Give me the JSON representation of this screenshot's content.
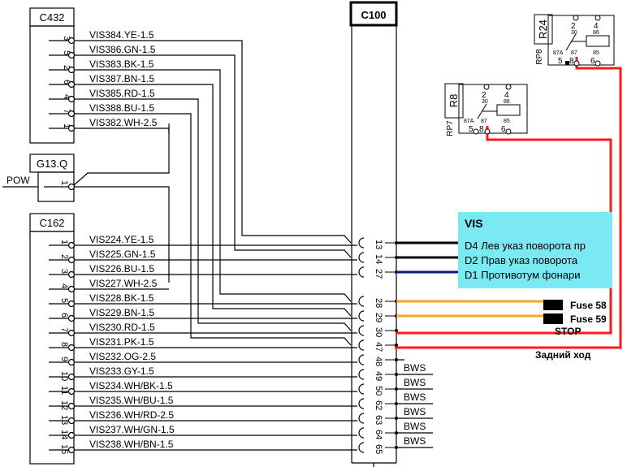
{
  "connectors": {
    "c432": {
      "name": "C432",
      "pins": [
        {
          "pin": "3",
          "wire": "VIS384.YE-1.5",
          "c100_pin": "13"
        },
        {
          "pin": "5",
          "wire": "VIS386.GN-1.5",
          "c100_pin": "14"
        },
        {
          "pin": "2",
          "wire": "VIS383.BK-1.5",
          "c100_pin": "28"
        },
        {
          "pin": "6",
          "wire": "VIS387.BN-1.5",
          "c100_pin": "29"
        },
        {
          "pin": "4",
          "wire": "VIS385.RD-1.5",
          "c100_pin": "30"
        },
        {
          "pin": "7",
          "wire": "VIS388.BU-1.5",
          "c100_pin": "47"
        },
        {
          "pin": "1",
          "wire": "VIS382.WH-2.5",
          "c100_pin": ""
        }
      ]
    },
    "g13q": {
      "name": "G13.Q",
      "pin": "1",
      "label": "POW"
    },
    "c162": {
      "name": "C162",
      "pins": [
        {
          "pin": "1",
          "wire": "VIS224.YE-1.5"
        },
        {
          "pin": "2",
          "wire": "VIS225.GN-1.5"
        },
        {
          "pin": "3",
          "wire": "VIS226.BU-1.5"
        },
        {
          "pin": "4",
          "wire": "VIS227.WH-2.5"
        },
        {
          "pin": "5",
          "wire": "VIS228.BK-1.5"
        },
        {
          "pin": "6",
          "wire": "VIS229.BN-1.5"
        },
        {
          "pin": "7",
          "wire": "VIS230.RD-1.5"
        },
        {
          "pin": "8",
          "wire": "VIS231.PK-1.5"
        },
        {
          "pin": "9",
          "wire": "VIS232.OG-2.5"
        },
        {
          "pin": "10",
          "wire": "VIS233.GY-1.5"
        },
        {
          "pin": "11",
          "wire": "VIS234.WH/BK-1.5"
        },
        {
          "pin": "12",
          "wire": "VIS235.WH/BU-1.5"
        },
        {
          "pin": "13",
          "wire": "VIS236.WH/RD-2.5"
        },
        {
          "pin": "14",
          "wire": "VIS237.WH/GN-1.5"
        },
        {
          "pin": "15",
          "wire": "VIS238.WH/BN-1.5"
        }
      ]
    },
    "c100": {
      "name": "C100",
      "pins": [
        "13",
        "14",
        "27",
        "28",
        "29",
        "30",
        "47",
        "48",
        "49",
        "50",
        "62",
        "63",
        "64",
        "65"
      ],
      "outputs": [
        {
          "pin": "13",
          "color": "#000000",
          "label": ""
        },
        {
          "pin": "14",
          "color": "#000000",
          "label": ""
        },
        {
          "pin": "27",
          "color": "#0a1a7a",
          "label": ""
        },
        {
          "pin": "28",
          "color": "#f5a623",
          "label": ""
        },
        {
          "pin": "29",
          "color": "#f5a623",
          "label": ""
        },
        {
          "pin": "30",
          "color": "#ff1a1a",
          "label": ""
        },
        {
          "pin": "47",
          "color": "#ff1a1a",
          "label": ""
        },
        {
          "pin": "48",
          "color": "#000000",
          "label": ""
        },
        {
          "pin": "49",
          "color": "#000000",
          "label": "BWS"
        },
        {
          "pin": "50",
          "color": "#000000",
          "label": "BWS"
        },
        {
          "pin": "62",
          "color": "#000000",
          "label": "BWS"
        },
        {
          "pin": "63",
          "color": "#000000",
          "label": "BWS"
        },
        {
          "pin": "64",
          "color": "#000000",
          "label": "BWS"
        },
        {
          "pin": "65",
          "color": "#000000",
          "label": "BWS"
        }
      ]
    }
  },
  "relays": {
    "r8": {
      "name": "R8",
      "code": "RP7",
      "terminals": {
        "t2": "2",
        "t2_code": "30",
        "t4": "4",
        "t4_code": "86",
        "t5": "5",
        "t5_code": "87A",
        "t8": "8",
        "t8_code": "87",
        "t6": "6",
        "t6_code": "85"
      }
    },
    "r24": {
      "name": "R24",
      "code": "RP8",
      "terminals": {
        "t2": "2",
        "t2_code": "30",
        "t4": "4",
        "t4_code": "86",
        "t5": "5",
        "t5_code": "87A",
        "t8": "8",
        "t8_code": "87",
        "t6": "6",
        "t6_code": "85"
      }
    }
  },
  "vis_box": {
    "title": "VIS",
    "color": "#7be9f2",
    "rows": [
      "D4 Лев указ поворота пр",
      "D2 Прав указ поворота",
      "D1 Противотум фонари"
    ]
  },
  "fuses": {
    "fuse58": "Fuse 58",
    "fuse59": "Fuse 59",
    "stop": "STOP",
    "reverse": "Задний ход"
  },
  "colors": {
    "wire_black": "#000000",
    "wire_blue": "#0a1a7a",
    "wire_orange": "#f5a623",
    "wire_red": "#ff1a1a"
  }
}
